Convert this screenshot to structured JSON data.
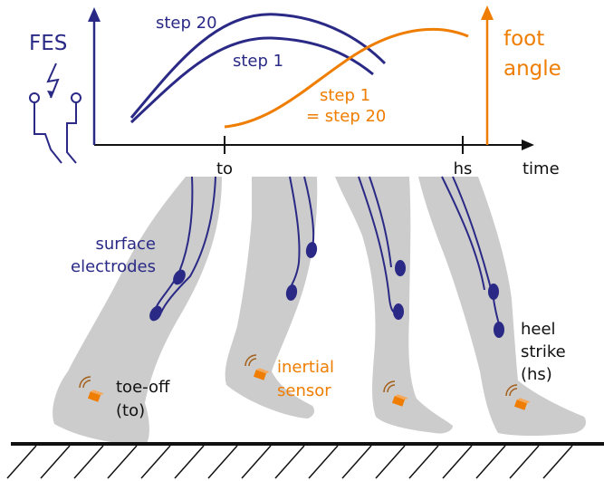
{
  "colors": {
    "fes_navy": "#2a2a86",
    "foot_orange": "#ef7d00",
    "leg_gray": "#cccccc",
    "ground": "#111111"
  },
  "plot": {
    "left_axis_label": "FES",
    "right_axis_label_line1": "foot",
    "right_axis_label_line2": "angle",
    "x_axis_label": "time",
    "tick_toe_off": "to",
    "tick_heel_strike": "hs",
    "curve_label_step20": "step 20",
    "curve_label_step1": "step 1",
    "foot_curve_label_line1": "step 1",
    "foot_curve_label_line2": "= step 20"
  },
  "legs": {
    "electrodes_line1": "surface",
    "electrodes_line2": "electrodes",
    "sensor_line1": "inertial",
    "sensor_line2": "sensor",
    "toe_off_line1": "toe-off",
    "toe_off_line2": "(to)",
    "heel_strike_line1": "heel",
    "heel_strike_line2": "strike",
    "heel_strike_line3": "(hs)"
  },
  "icons": {
    "stimulator": "lightning-stimulator-icon",
    "sensor": "inertial-sensor-icon",
    "electrode": "electrode-pad-icon"
  }
}
